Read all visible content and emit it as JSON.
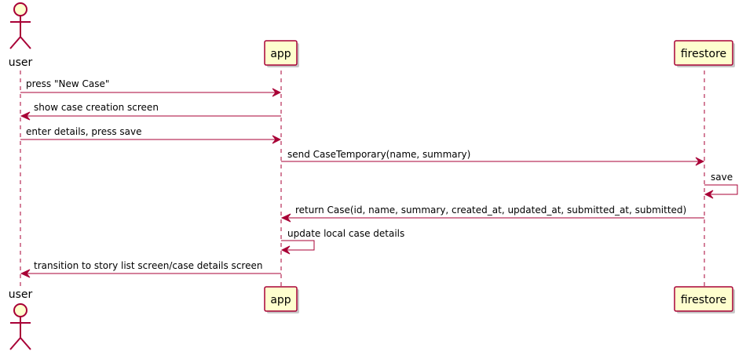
{
  "diagram": {
    "type": "sequence",
    "line_color": "#A80036",
    "box_fill": "#FEFECE",
    "participants": [
      {
        "id": "user",
        "label": "user",
        "kind": "actor"
      },
      {
        "id": "app",
        "label": "app",
        "kind": "participant"
      },
      {
        "id": "firestore",
        "label": "firestore",
        "kind": "participant"
      }
    ],
    "messages": [
      {
        "from": "user",
        "to": "app",
        "label": "press \"New Case\""
      },
      {
        "from": "app",
        "to": "user",
        "label": "show case creation screen"
      },
      {
        "from": "user",
        "to": "app",
        "label": "enter details, press save"
      },
      {
        "from": "app",
        "to": "firestore",
        "label": "send CaseTemporary(name, summary)"
      },
      {
        "from": "firestore",
        "to": "firestore",
        "label": "save"
      },
      {
        "from": "firestore",
        "to": "app",
        "label": "return Case(id, name, summary, created_at, updated_at, submitted_at, submitted)"
      },
      {
        "from": "app",
        "to": "app",
        "label": "update local case details"
      },
      {
        "from": "app",
        "to": "user",
        "label": "transition to story list screen/case details screen"
      }
    ]
  }
}
